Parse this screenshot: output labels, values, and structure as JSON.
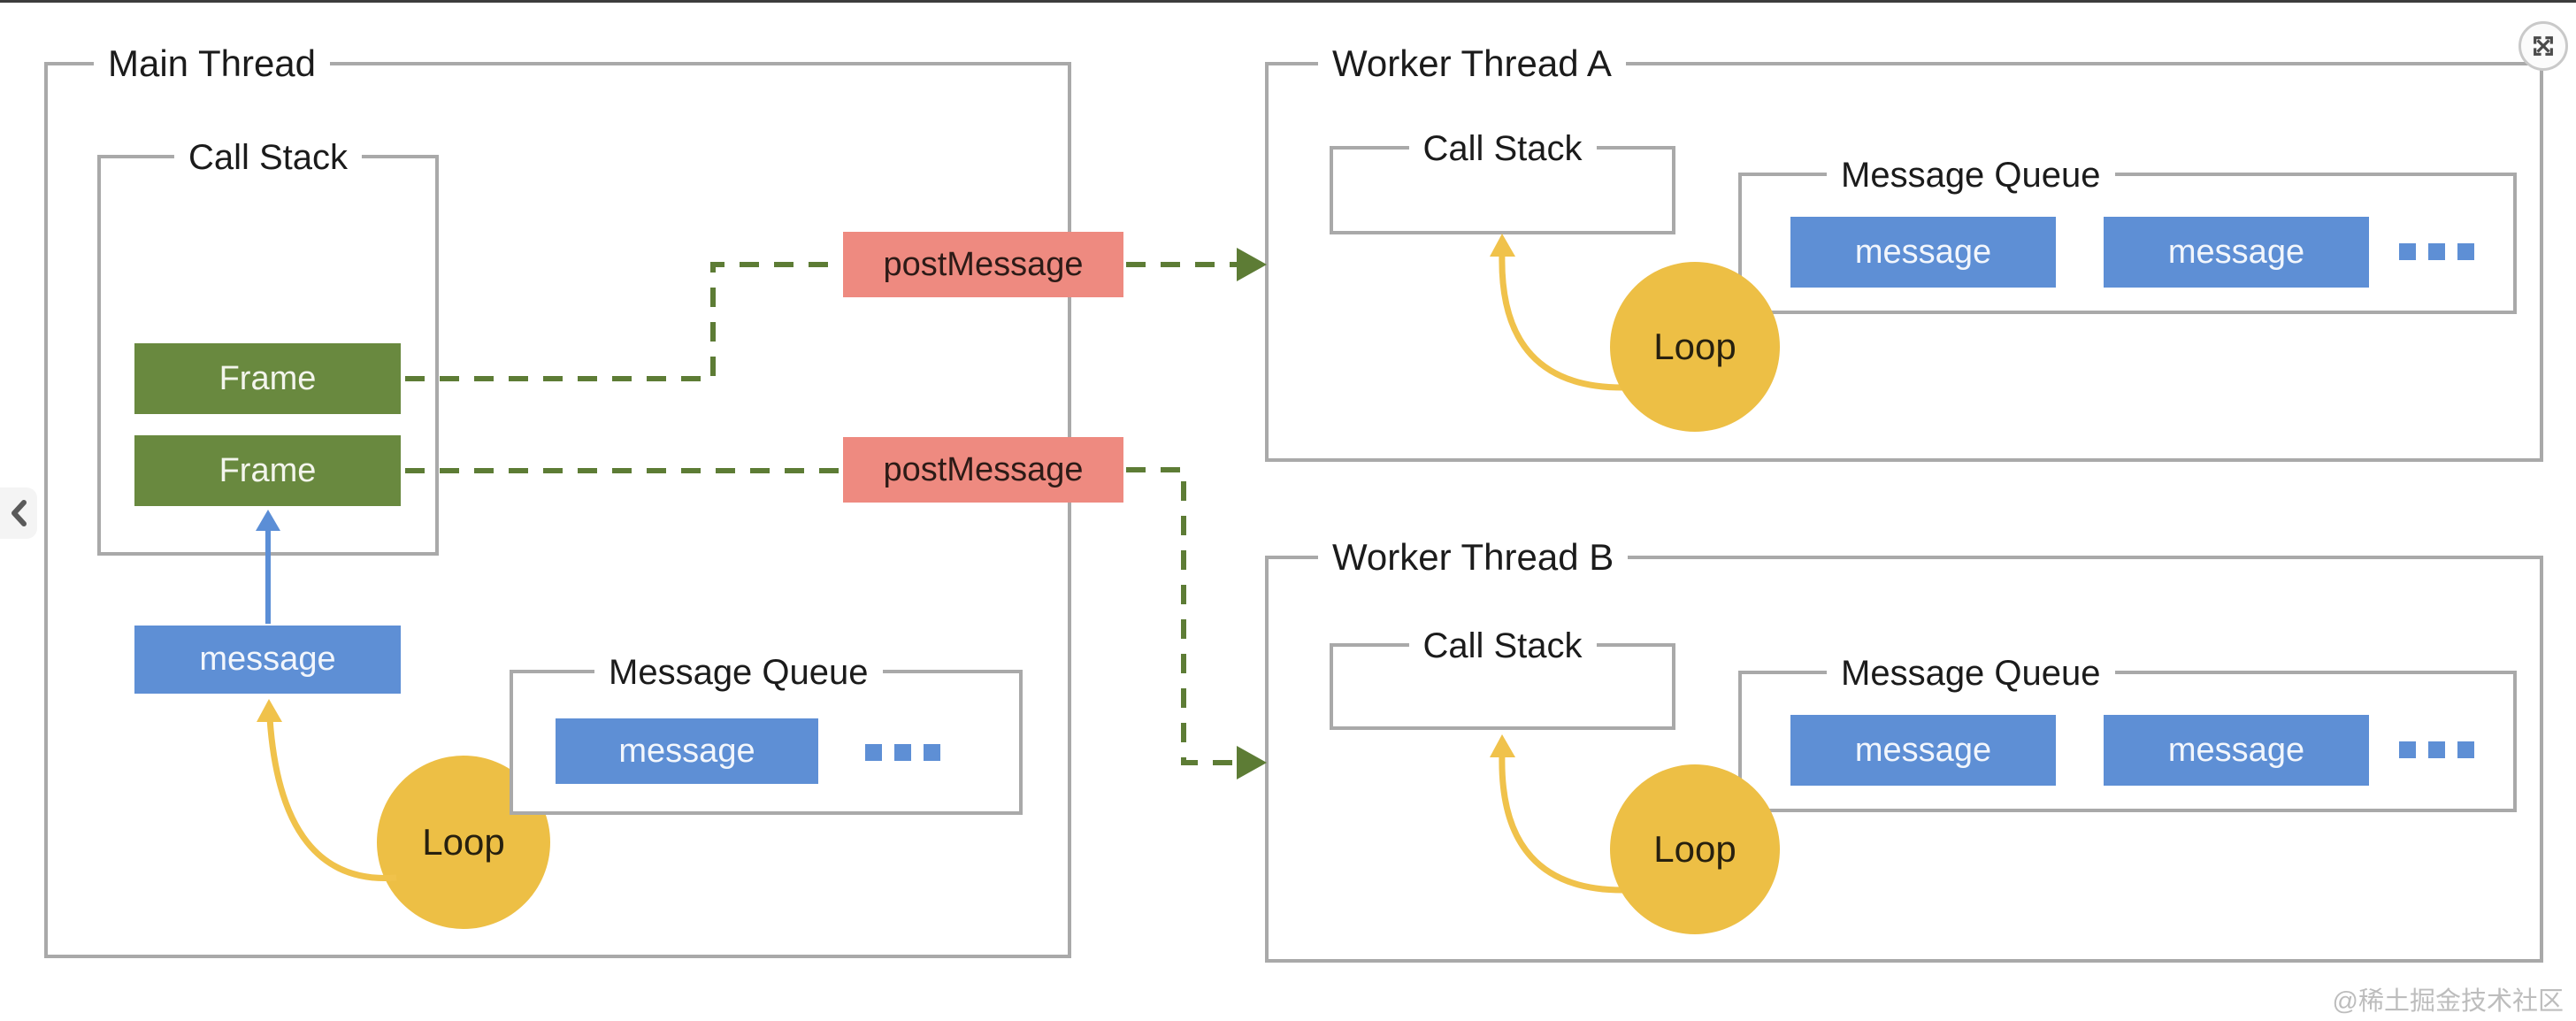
{
  "meta": {
    "watermark": "@稀土掘金技术社区"
  },
  "colors": {
    "border_gray": "#a9a9a9",
    "frame_green": "#69893f",
    "message_blue": "#5e8fd5",
    "post_message_salmon": "#ee8a80",
    "loop_yellow": "#edbf45",
    "dash_arrow_green": "#5d7c35",
    "arrow_blue": "#5b8ed6",
    "arrow_yellow": "#f0c24b",
    "watermark_gray": "#bdbdbd"
  },
  "icons": {
    "prev": "chevron-left-icon",
    "expand": "expand-arrows-icon"
  },
  "main_thread": {
    "title": "Main Thread",
    "call_stack": {
      "title": "Call Stack",
      "frames": [
        "Frame",
        "Frame"
      ]
    },
    "pending_message": "message",
    "message_queue": {
      "title": "Message Queue",
      "messages": [
        "message"
      ]
    },
    "loop_label": "Loop"
  },
  "post_message_labels": [
    "postMessage",
    "postMessage"
  ],
  "workers": [
    {
      "title": "Worker Thread A",
      "call_stack": {
        "title": "Call Stack"
      },
      "message_queue": {
        "title": "Message Queue",
        "messages": [
          "message",
          "message"
        ]
      },
      "loop_label": "Loop"
    },
    {
      "title": "Worker Thread B",
      "call_stack": {
        "title": "Call Stack"
      },
      "message_queue": {
        "title": "Message Queue",
        "messages": [
          "message",
          "message"
        ]
      },
      "loop_label": "Loop"
    }
  ]
}
